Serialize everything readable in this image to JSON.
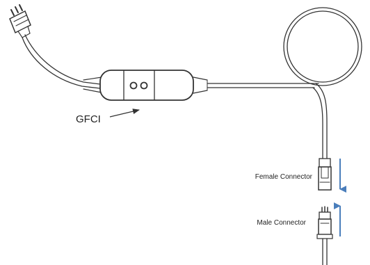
{
  "labels": {
    "gfci": "GFCI",
    "female_connector": "Female Connector",
    "male_connector": "Male Connector"
  },
  "colors": {
    "line": "#333333",
    "arrow": "#4a7ebb",
    "text": "#222222",
    "background": "#ffffff"
  },
  "icons": {
    "plug": "plug-icon",
    "gfci_unit": "gfci-device-icon",
    "female_connector": "female-connector-icon",
    "male_connector": "male-connector-icon"
  }
}
